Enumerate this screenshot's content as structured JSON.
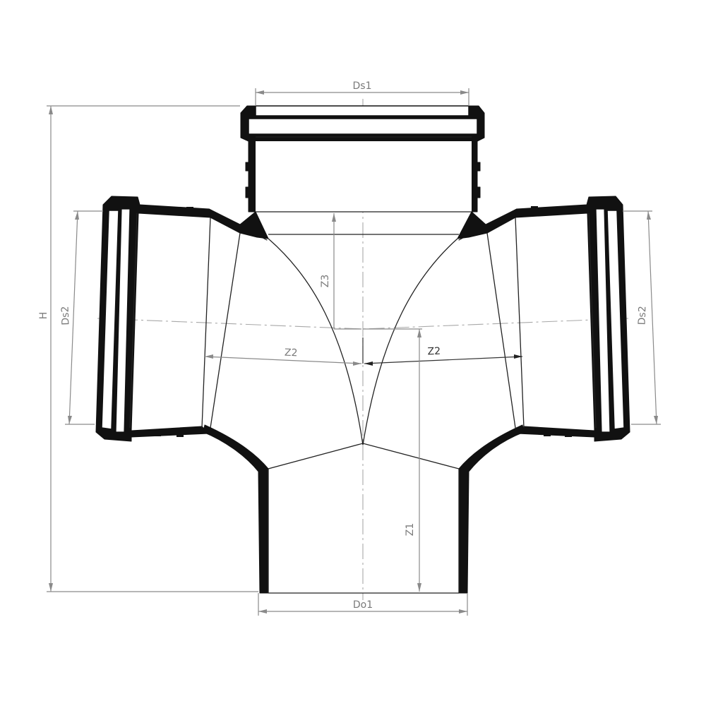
{
  "labels": {
    "ds1": "Ds1",
    "ds2_left": "Ds2",
    "ds2_right": "Ds2",
    "h": "H",
    "z3": "Z3",
    "z2_left": "Z2",
    "z2_right": "Z2",
    "z1": "Z1",
    "do1": "Do1"
  }
}
